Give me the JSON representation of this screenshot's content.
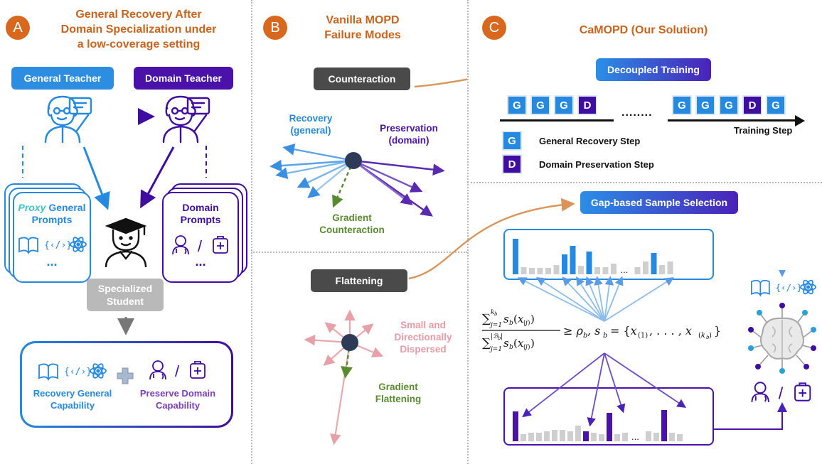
{
  "panels": {
    "a": {
      "letter": "A",
      "title_lines": [
        "General Recovery After",
        "Domain Specialization under",
        "a low-coverage setting"
      ],
      "general_teacher": "General Teacher",
      "domain_teacher": "Domain Teacher",
      "proxy_word": "Proxy",
      "proxy_rest": " General",
      "prompts_word": "Prompts",
      "domain_prompts_lines": [
        "Domain",
        "Prompts"
      ],
      "dots": "...",
      "specialized_student_lines": [
        "Specialized",
        "Student"
      ],
      "recovery_capability_lines": [
        "Recovery General",
        "Capability"
      ],
      "preserve_capability_lines": [
        "Preserve Domain",
        "Capability"
      ],
      "slash": "/"
    },
    "b": {
      "letter": "B",
      "title_lines": [
        "Vanilla MOPD",
        "Failure Modes"
      ],
      "counteraction": "Counteraction",
      "recovery_lines": [
        "Recovery",
        "(general)"
      ],
      "preservation_lines": [
        "Preservation",
        "(domain)"
      ],
      "gradient_counteraction_lines": [
        "Gradient",
        "Counteraction"
      ],
      "flattening": "Flattening",
      "small_dispersed_lines": [
        "Small and",
        "Directionally",
        "Dispersed"
      ],
      "gradient_flattening_lines": [
        "Gradient",
        "Flattening"
      ]
    },
    "c": {
      "letter": "C",
      "title": "CaMOPD (Our Solution)",
      "decoupled_training": "Decoupled Training",
      "steps_left": [
        "G",
        "G",
        "G",
        "D"
      ],
      "steps_right": [
        "G",
        "G",
        "G",
        "D",
        "G"
      ],
      "ellipsis": "........",
      "training_step": "Training Step",
      "legend_g_letter": "G",
      "legend_g_text": "General Recovery Step",
      "legend_d_letter": "D",
      "legend_d_text": "Domain Preservation Step",
      "gap_selection": "Gap-based Sample Selection",
      "formula_suffix": "≥ ρ",
      "formula_set": "= {x",
      "dots": "...",
      "slash": "/"
    }
  },
  "colors": {
    "orange": "#c8641d",
    "blue": "#2589e0",
    "purple": "#3f0d9f",
    "gray_box": "#4a4a4a",
    "green": "#5a8a2f",
    "pink": "#e8a0a8"
  },
  "icons": [
    "teacher-icon",
    "student-icon",
    "book-icon",
    "code-icon",
    "atom-icon",
    "doctor-icon",
    "medical-kit-icon",
    "brain-network-icon",
    "plus-icon"
  ]
}
